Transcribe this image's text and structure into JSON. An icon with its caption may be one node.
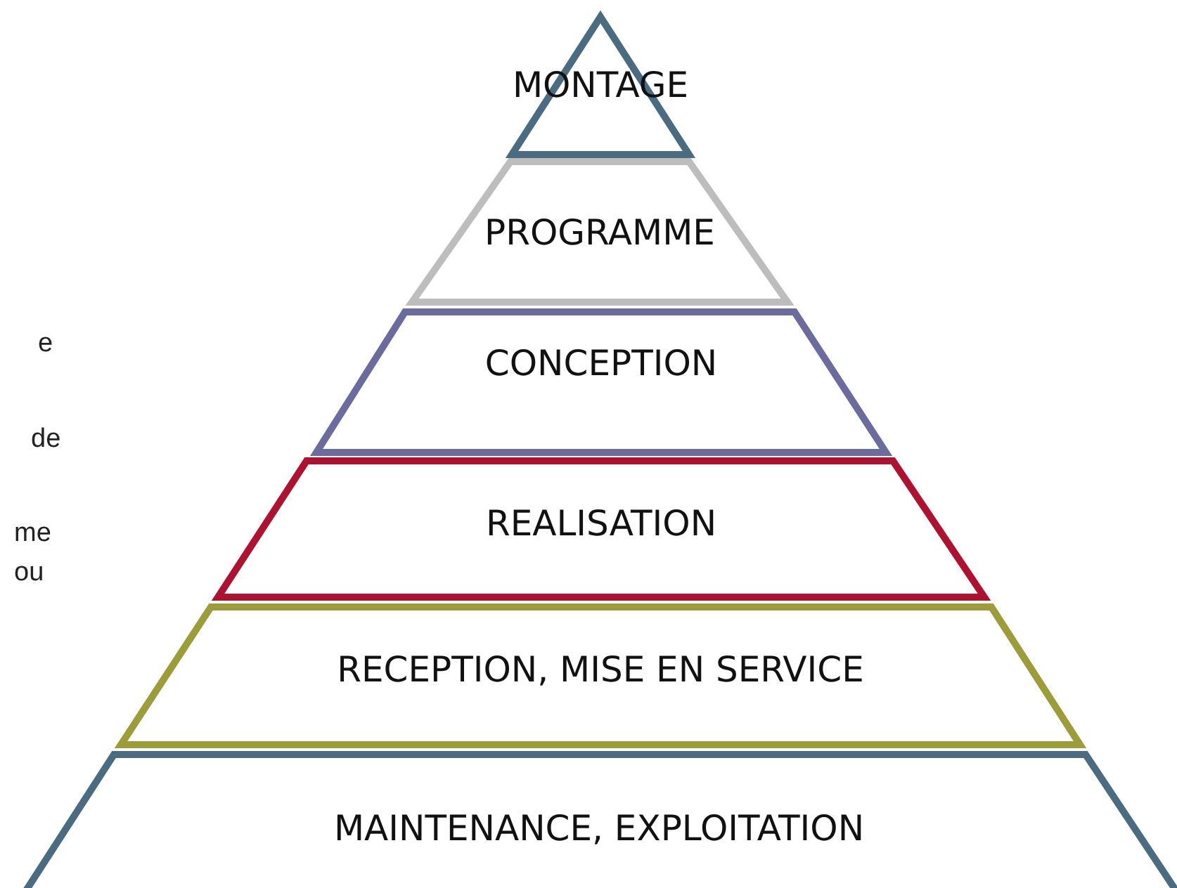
{
  "diagram": {
    "nodes": [
      {
        "text": [
          "MONTAGE"
        ]
      },
      {
        "text": [
          "PROGRAMME"
        ]
      },
      {
        "text": [
          "CONCEPTION"
        ]
      },
      {
        "text": [
          "REALISATION"
        ]
      },
      {
        "text": [
          "RECEPTION, MISE EN SERVICE"
        ]
      },
      {
        "text": [
          "MAINTENANCE, EXPLOITATION"
        ]
      }
    ],
    "labels": [
      "e",
      "de",
      "me",
      "ou"
    ]
  }
}
